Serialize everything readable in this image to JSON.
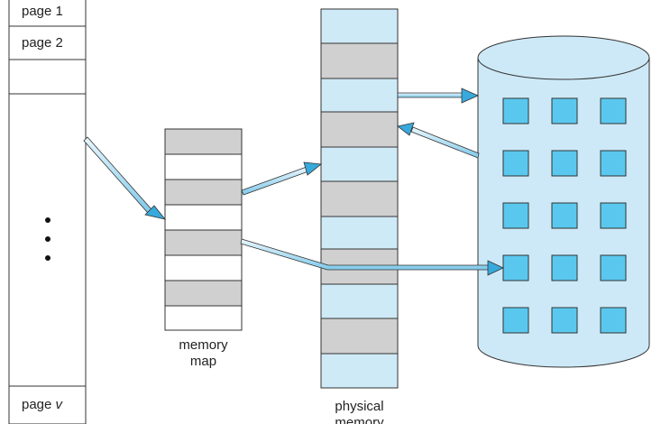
{
  "virtual_memory": {
    "pages": [
      {
        "text": "page 1"
      },
      {
        "text": "page 2"
      }
    ],
    "last_page": {
      "prefix": "page ",
      "var": "v"
    }
  },
  "memory_map": {
    "label_line1": "memory",
    "label_line2": "map"
  },
  "physical_memory": {
    "label_line1": "physical",
    "label_line2": "memory"
  },
  "colors": {
    "frame_fill": "#cfeaf7",
    "occupied_fill": "#d0d0d0",
    "disk_fill": "#cde9f7",
    "disk_square": "#5ac8ee",
    "arrow_fill": "#37a9dc",
    "line": "#333333"
  }
}
